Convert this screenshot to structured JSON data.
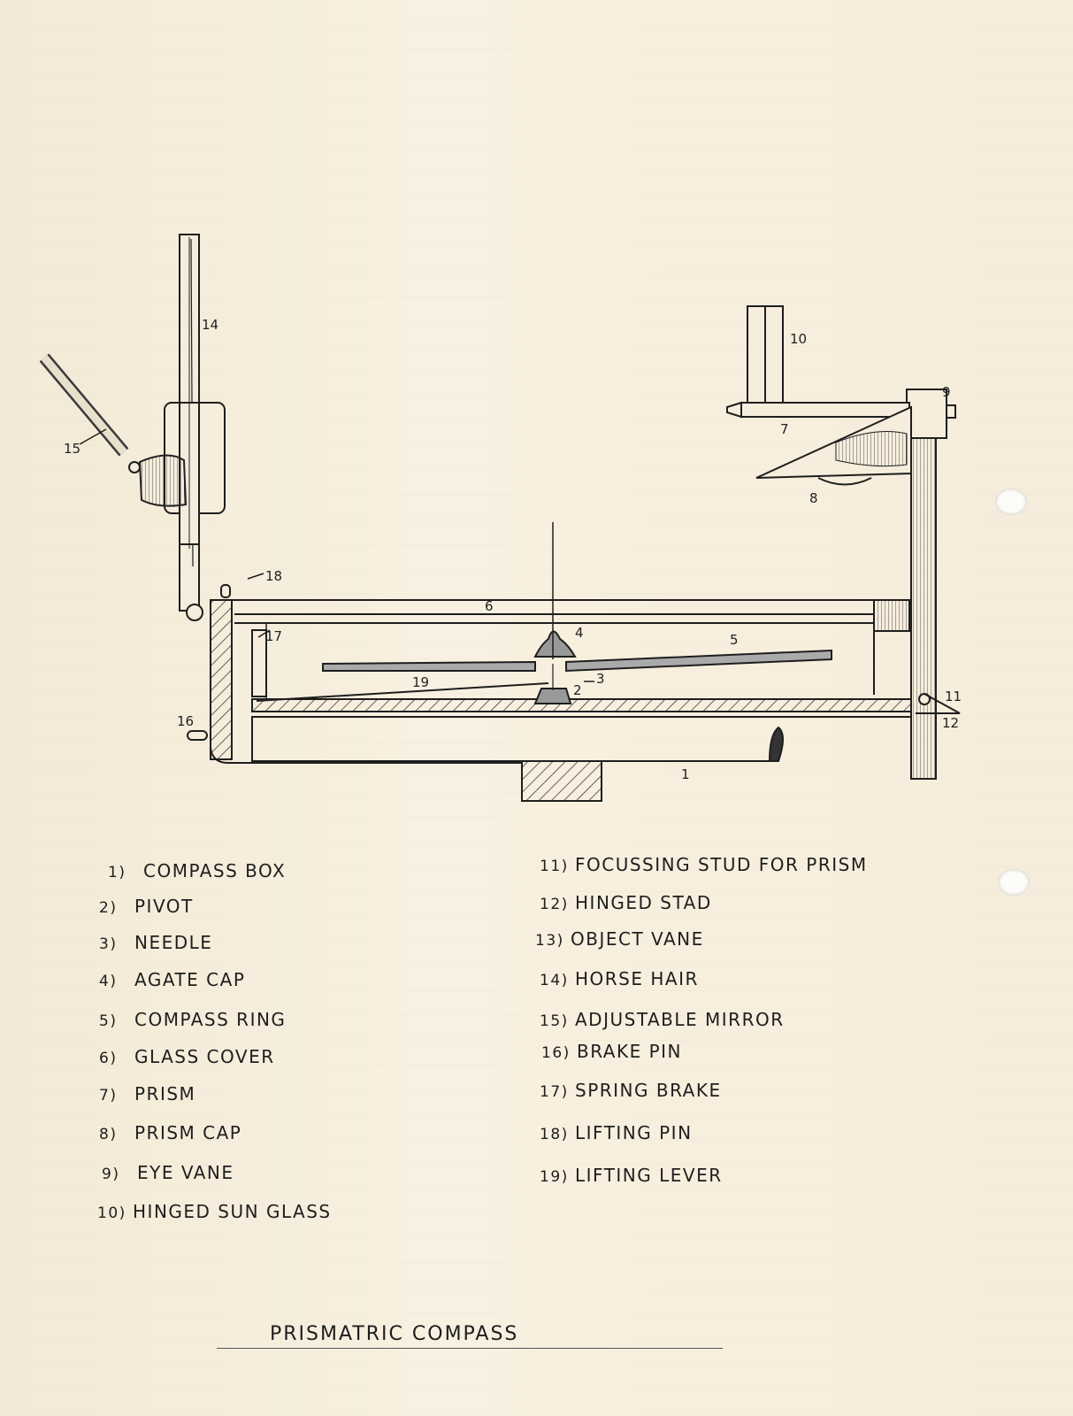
{
  "diagram": {
    "callouts": {
      "c1": "1",
      "c2": "2",
      "c3": "3",
      "c4": "4",
      "c5": "5",
      "c6": "6",
      "c7": "7",
      "c8": "8",
      "c9": "9",
      "c10": "10",
      "c11": "11",
      "c12": "12",
      "c14": "14",
      "c15": "15",
      "c16": "16",
      "c17": "17",
      "c18": "18",
      "c19": "19"
    }
  },
  "legend": {
    "left": [
      {
        "num": "1)",
        "label": "COMPASS BOX"
      },
      {
        "num": "2)",
        "label": "PIVOT"
      },
      {
        "num": "3)",
        "label": "NEEDLE"
      },
      {
        "num": "4)",
        "label": "AGATE CAP"
      },
      {
        "num": "5)",
        "label": "COMPASS RING"
      },
      {
        "num": "6)",
        "label": "GLASS COVER"
      },
      {
        "num": "7)",
        "label": "PRISM"
      },
      {
        "num": "8)",
        "label": "PRISM CAP"
      },
      {
        "num": "9)",
        "label": "EYE VANE"
      },
      {
        "num": "10)",
        "label": "HINGED SUN GLASS"
      }
    ],
    "right": [
      {
        "num": "11)",
        "label": "FOCUSSING STUD FOR PRISM"
      },
      {
        "num": "12)",
        "label": "HINGED STAD"
      },
      {
        "num": "13)",
        "label": "OBJECT VANE"
      },
      {
        "num": "14)",
        "label": "HORSE HAIR"
      },
      {
        "num": "15)",
        "label": "ADJUSTABLE MIRROR"
      },
      {
        "num": "16)",
        "label": "BRAKE PIN"
      },
      {
        "num": "17)",
        "label": "SPRING BRAKE"
      },
      {
        "num": "18)",
        "label": "LIFTING PIN"
      },
      {
        "num": "19)",
        "label": "LIFTING LEVER"
      }
    ]
  },
  "caption": "PRISMATRIC COMPASS",
  "colors": {
    "paper": "#f6eddc",
    "ink": "#1e1e1e",
    "shade": "#8a8a8a"
  }
}
